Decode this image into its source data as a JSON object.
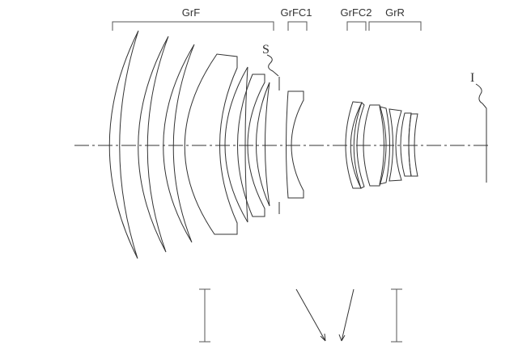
{
  "groups": {
    "front": "GrF",
    "front_c1": "GrFC1",
    "front_c2": "GrFC2",
    "rear": "GrR"
  },
  "markers": {
    "stop": "S",
    "image_plane": "I"
  }
}
